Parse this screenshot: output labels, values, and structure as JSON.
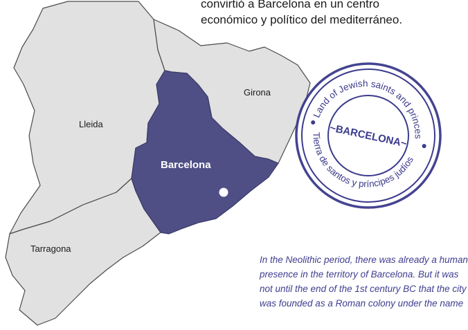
{
  "intro_lines": [
    "convirtió a Barcelona en un centro",
    "económico y político del mediterráneo."
  ],
  "regions": {
    "lleida": "Lleida",
    "girona": "Girona",
    "barcelona": "Barcelona",
    "tarragona": "Tarragona"
  },
  "stamp": {
    "top_arc": "Land of Jewish saints and princes",
    "center": "~BARCELONA~",
    "bottom_arc": "Tierra de santos y príncipes judíos"
  },
  "caption_lines": [
    "In the Neolithic period, there was already a human",
    "presence in the territory of Barcelona. But it was",
    "not until the end of the 1st century BC that the city",
    "was founded as a Roman colony under the name"
  ],
  "colors": {
    "province_fill": "#e1e1e1",
    "barcelona_fill": "#4f4f86",
    "stamp_ink": "#3b3a8c",
    "caption_text": "#3f3d8f"
  }
}
